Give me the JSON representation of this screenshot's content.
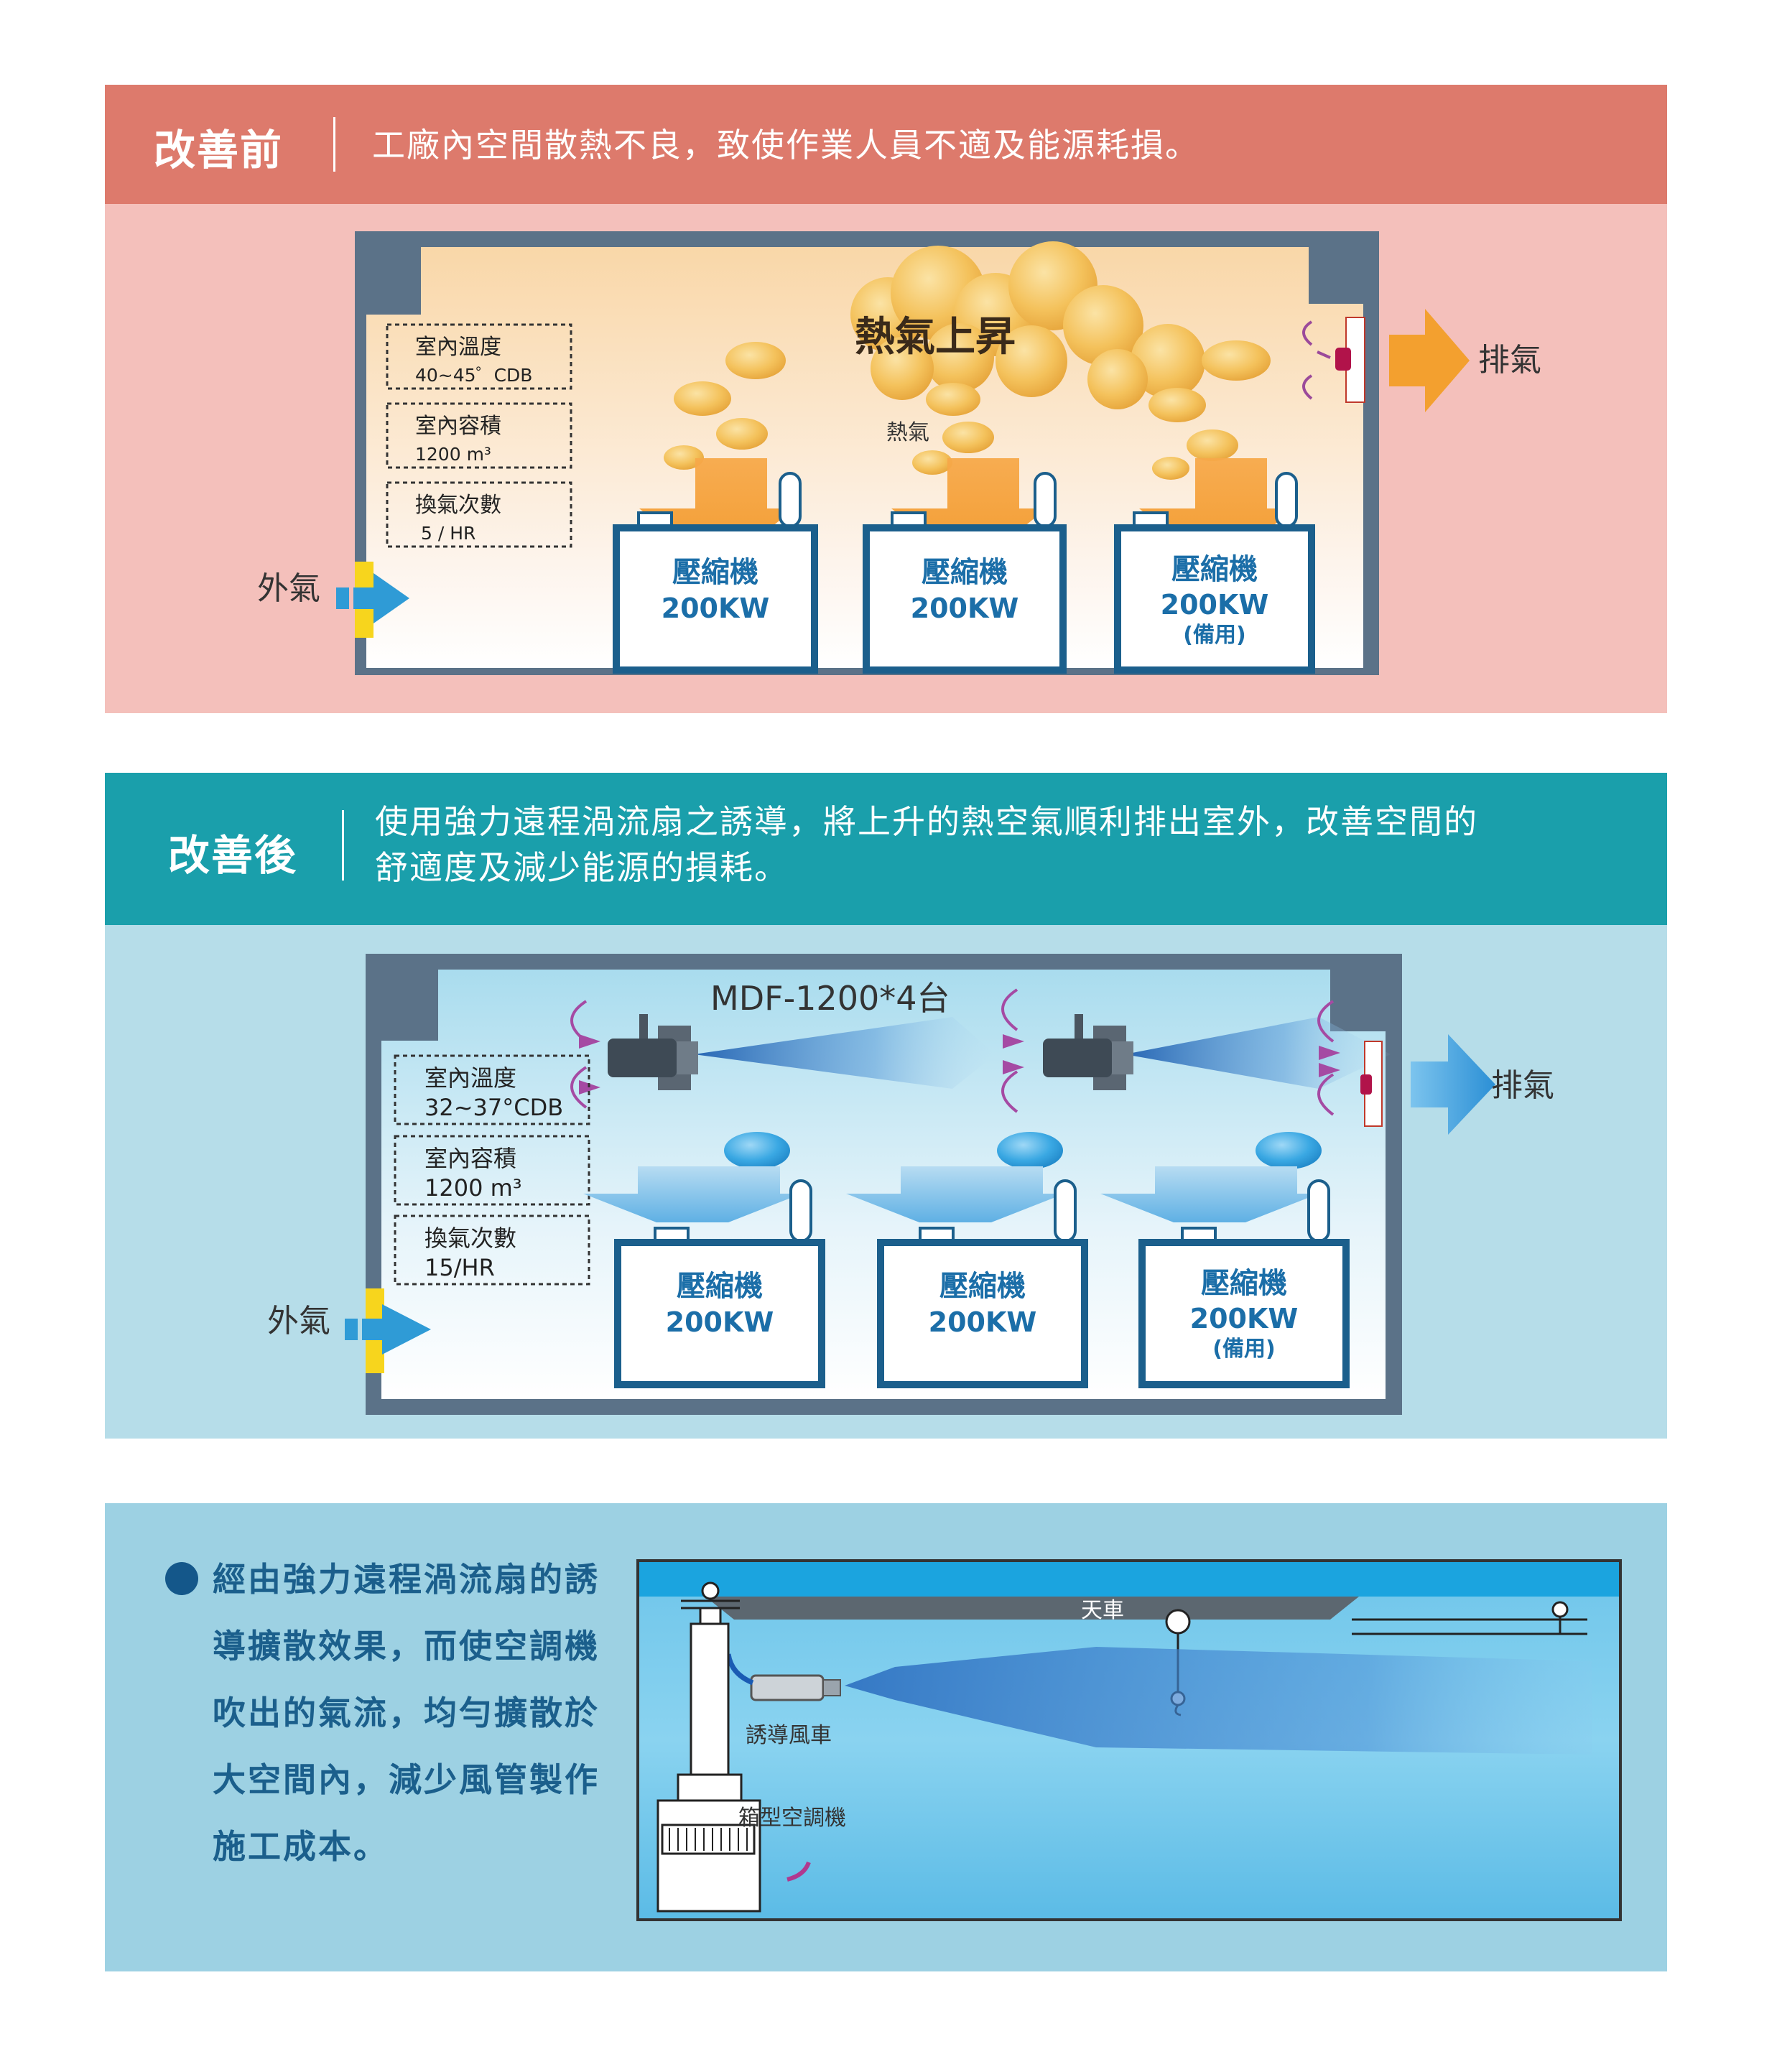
{
  "before": {
    "tag": "改善前",
    "description": "工廠內空間散熱不良，致使作業人員不適及能源耗損。",
    "info_boxes": [
      {
        "label": "室內溫度",
        "value": "40~45゜CDB"
      },
      {
        "label": "室內容積",
        "value": "1200 m³"
      },
      {
        "label": "換氣次數",
        "value": "5 / HR"
      }
    ],
    "cloud_label": "熱氣上昇",
    "heat_label": "熱氣",
    "exhaust_label": "排氣",
    "intake_label": "外氣",
    "compressors": [
      {
        "name": "壓縮機",
        "power": "200KW",
        "note": ""
      },
      {
        "name": "壓縮機",
        "power": "200KW",
        "note": ""
      },
      {
        "name": "壓縮機",
        "power": "200KW",
        "note": "(備用)"
      }
    ],
    "colors": {
      "bar": "#dd7a6c",
      "bg": "#f4c0bb"
    }
  },
  "after": {
    "tag": "改善後",
    "description_line1": "使用強力遠程渦流扇之誘導，將上升的熱空氣順利排出室外，改善空間的",
    "description_line2": "舒適度及減少能源的損耗。",
    "fan_label": "MDF-1200*4台",
    "info_boxes": [
      {
        "label": "室內溫度",
        "value": "32~37°CDB"
      },
      {
        "label": "室內容積",
        "value": "1200 m³"
      },
      {
        "label": "換氣次數",
        "value": "15/HR"
      }
    ],
    "exhaust_label": "排氣",
    "intake_label": "外氣",
    "compressors": [
      {
        "name": "壓縮機",
        "power": "200KW",
        "note": ""
      },
      {
        "name": "壓縮機",
        "power": "200KW",
        "note": ""
      },
      {
        "name": "壓縮機",
        "power": "200KW",
        "note": "(備用)"
      }
    ],
    "colors": {
      "bar": "#1a9fab",
      "bg": "#b6dde9"
    }
  },
  "bottom": {
    "bullet_text": "經由強力遠程渦流扇的誘導擴散效果，而使空調機吹出的氣流，均勻擴散於大空間內，減少風管製作施工成本。",
    "crane_label": "天車",
    "fan_label": "誘導風車",
    "ac_label": "箱型空調機"
  }
}
